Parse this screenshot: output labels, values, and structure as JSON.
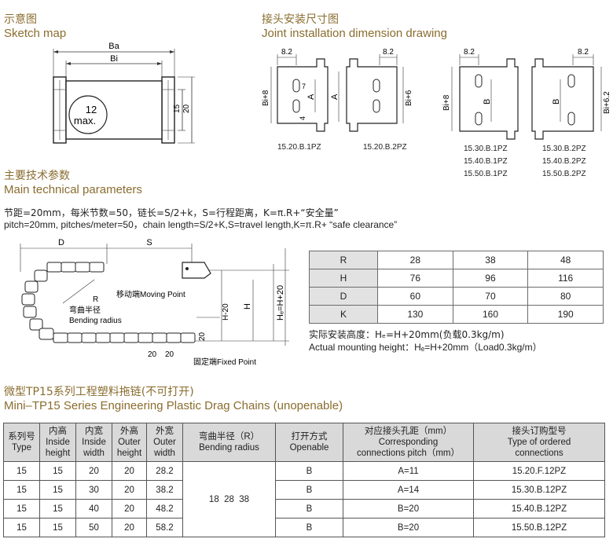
{
  "sketch": {
    "title_cn": "示意图",
    "title_en": "Sketch map",
    "label_ba": "Ba",
    "label_bi": "Bi",
    "label_max_num": "12",
    "label_max": "max.",
    "label_15": "15",
    "label_20": "20"
  },
  "joint": {
    "title_cn": "接头安装尺寸图",
    "title_en": "Joint installation dimension drawing",
    "dim_82": "8.2",
    "dim_7": "7",
    "dim_4": "4",
    "dim_a": "A",
    "dim_b": "B",
    "dim_bi8": "Bi+8",
    "dim_bi6": "Bi+6",
    "dim_bi62": "Bi+6.2",
    "left_cap1": "15.20.B.1PZ",
    "left_cap2": "15.20.B.2PZ",
    "right_col1": [
      "15.30.B.1PZ",
      "15.40.B.1PZ",
      "15.50.B.1PZ"
    ],
    "right_col2": [
      "15.30.B.2PZ",
      "15.40.B.2PZ",
      "15.50.B.2PZ"
    ]
  },
  "params": {
    "title_cn": "主要技术参数",
    "title_en": "Main technical parameters",
    "line_cn": "节距=20mm，每米节数=50，链长=S/2+k，S=行程距离，K=π.R+“安全量”",
    "line_en": "pitch=20mm, pitches/meter=50，chain length=S/2+K,S=travel length,K=π.R+  “safe clearance”"
  },
  "diagram": {
    "d": "D",
    "s": "S",
    "r": "R",
    "moving_point": "移动端Moving Point",
    "bend_cn": "弯曲半径",
    "bend_en": "Bending radius",
    "h_minus": "H-20",
    "h": "H",
    "hf": "Hₑ=H+20",
    "p20a": "20",
    "p20b": "20",
    "p20c": "20",
    "fixed_point": "固定端Fixed Point"
  },
  "rtable": {
    "rows": [
      {
        "label": "R",
        "values": [
          "28",
          "38",
          "48"
        ]
      },
      {
        "label": "H",
        "values": [
          "76",
          "96",
          "116"
        ]
      },
      {
        "label": "D",
        "values": [
          "60",
          "70",
          "80"
        ]
      },
      {
        "label": "K",
        "values": [
          "130",
          "160",
          "190"
        ]
      }
    ]
  },
  "mounting": {
    "cn": "实际安装高度：Hₑ=H+20mm(负载0.3kg/m)",
    "en": "Actual mounting height：Hₑ=H+20mm（Load0.3kg/m）"
  },
  "series": {
    "title_cn": "微型TP15系列工程塑料拖链(不可打开)",
    "title_en": "Mini–TP15 Series Engineering Plastic Drag Chains (unopenable)"
  },
  "main_table": {
    "headers": [
      {
        "cn": "系列号",
        "en": "Type"
      },
      {
        "cn": "内高",
        "en": "Inside",
        "en2": "height"
      },
      {
        "cn": "内宽",
        "en": "Inside",
        "en2": "width"
      },
      {
        "cn": "外高",
        "en": "Outer",
        "en2": "height"
      },
      {
        "cn": "外宽",
        "en": "Outer",
        "en2": "width"
      },
      {
        "cn": "弯曲半径（R）",
        "en": "Bending radius"
      },
      {
        "cn": "打开方式",
        "en": "Openable"
      },
      {
        "cn": "对应接头孔距（mm）",
        "en": "Corresponding",
        "en2": "connections pitch（mm）"
      },
      {
        "cn": "接头订购型号",
        "en": "Type of ordered",
        "en2": "connections"
      }
    ],
    "bending": "18  28  38",
    "rows": [
      {
        "type": "15",
        "ih": "15",
        "iw": "20",
        "oh": "20",
        "ow": "28.2",
        "open": "B",
        "pitch": "A=11",
        "model": "15.20.F.12PZ"
      },
      {
        "type": "15",
        "ih": "15",
        "iw": "30",
        "oh": "20",
        "ow": "38.2",
        "open": "B",
        "pitch": "A=14",
        "model": "15.30.B.12PZ"
      },
      {
        "type": "15",
        "ih": "15",
        "iw": "40",
        "oh": "20",
        "ow": "48.2",
        "open": "B",
        "pitch": "B=20",
        "model": "15.40.B.12PZ"
      },
      {
        "type": "15",
        "ih": "15",
        "iw": "50",
        "oh": "20",
        "ow": "58.2",
        "open": "B",
        "pitch": "B=20",
        "model": "15.50.B.12PZ"
      }
    ]
  }
}
